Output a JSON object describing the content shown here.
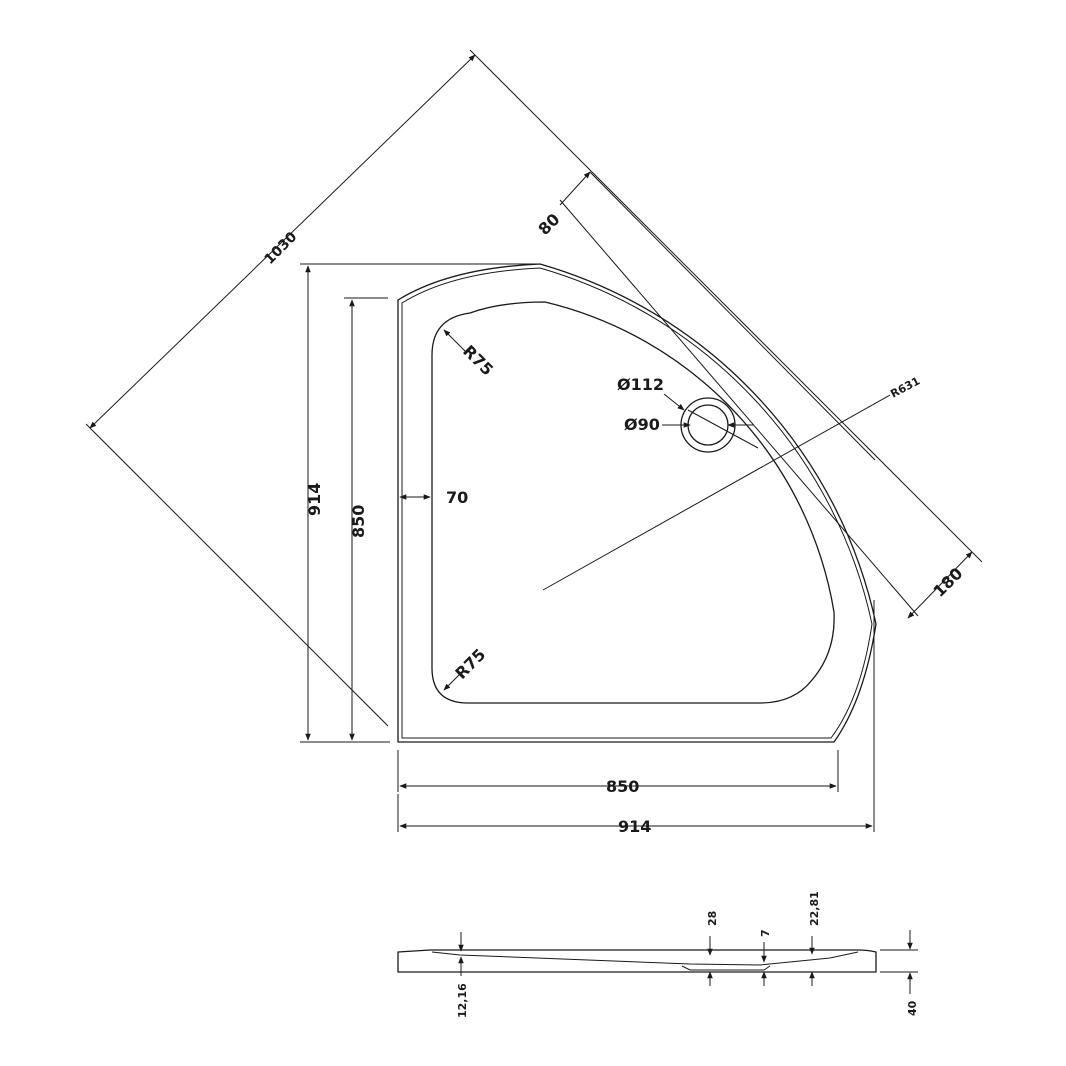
{
  "plan": {
    "diag_1030": "1030",
    "lip_80": "80",
    "width_914_v": "914",
    "inner_850_v": "850",
    "radius_top": "R75",
    "radius_bottom": "R75",
    "waste_outer": "Ø112",
    "waste_inner": "Ø90",
    "radius_631": "R631",
    "offset_180": "180",
    "edge_70": "70",
    "inner_850_h": "850",
    "width_914_h": "914"
  },
  "section": {
    "d_28": "28",
    "d_7": "7",
    "d_2281": "22,81",
    "d_1216": "12,16",
    "d_40": "40"
  }
}
